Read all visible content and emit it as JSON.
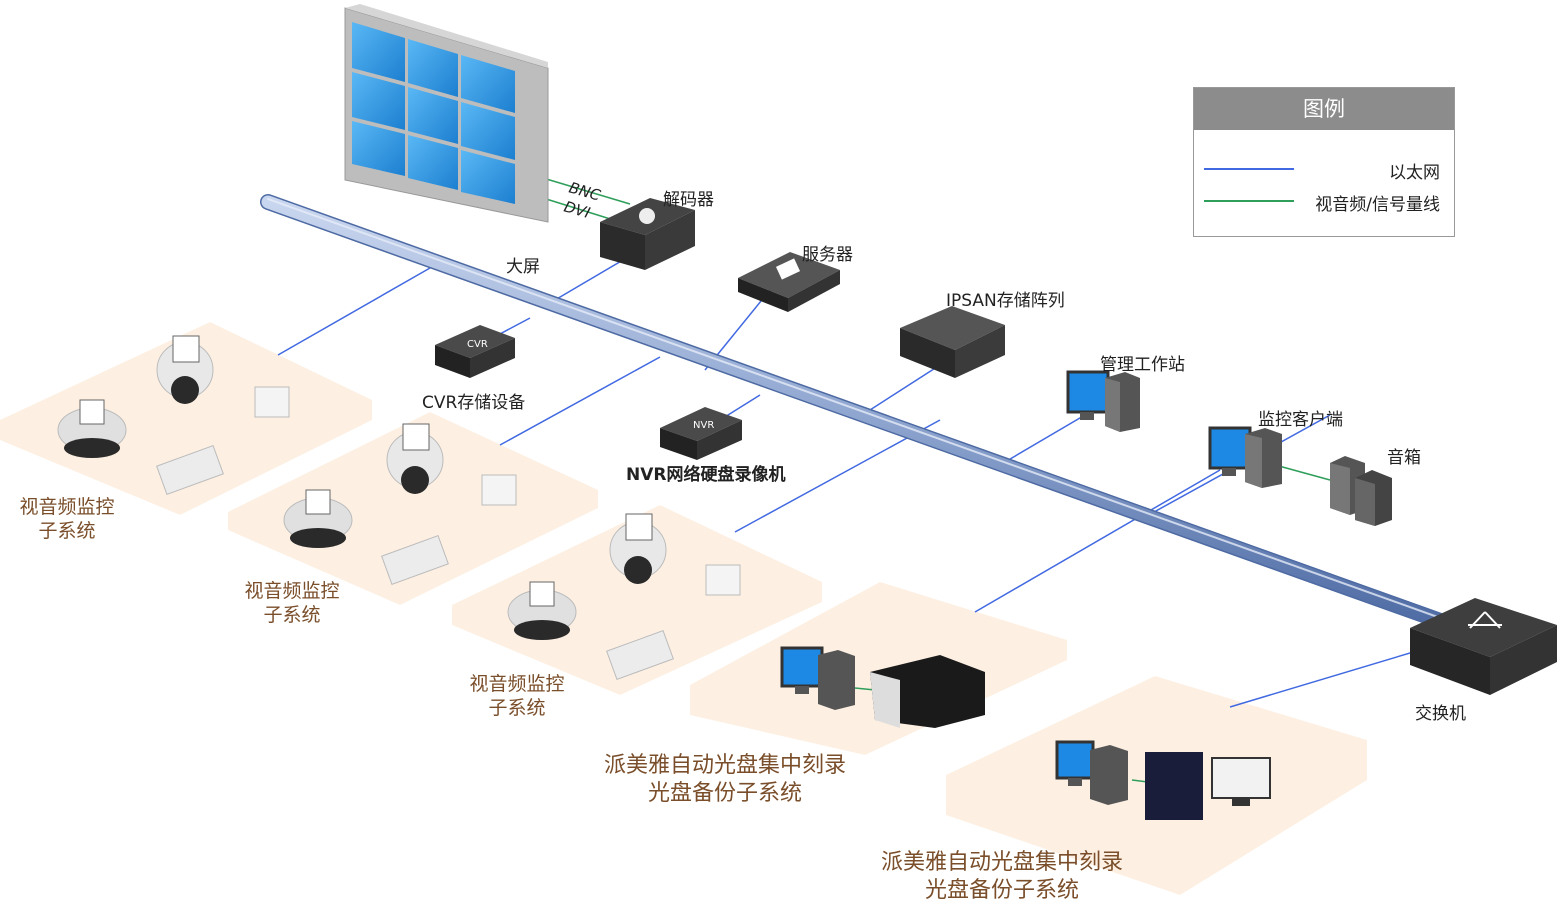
{
  "legend": {
    "title": "图例",
    "items": [
      {
        "label": "以太网",
        "color": "#4169e1"
      },
      {
        "label": "视音频/信号量线",
        "color": "#2e9e5a"
      }
    ]
  },
  "devices": {
    "screen": "大屏",
    "decoder": "解码器",
    "bnc": "BNC",
    "dvi": "DVI",
    "server": "服务器",
    "ipsan": "IPSAN存储阵列",
    "cvr": "CVR存储设备",
    "cvr_badge": "CVR",
    "nvr": "NVR网络硬盘录像机",
    "nvr_badge": "NVR",
    "workstation": "管理工作站",
    "client": "监控客户端",
    "speaker": "音箱",
    "switch": "交换机"
  },
  "subsystems": {
    "av1": [
      "视音频监控",
      "子系统"
    ],
    "av2": [
      "视音频监控",
      "子系统"
    ],
    "av3": [
      "视音频监控",
      "子系统"
    ],
    "disc1": [
      "派美雅自动光盘集中刻录",
      "光盘备份子系统"
    ],
    "disc2": [
      "派美雅自动光盘集中刻录",
      "光盘备份子系统"
    ]
  },
  "colors": {
    "ethernet": "#4169e1",
    "av_signal": "#2e9e5a",
    "subsystem_bg": "#fdf0e3",
    "subsystem_text": "#7a4e2a",
    "bus": "#8fa6d0"
  }
}
